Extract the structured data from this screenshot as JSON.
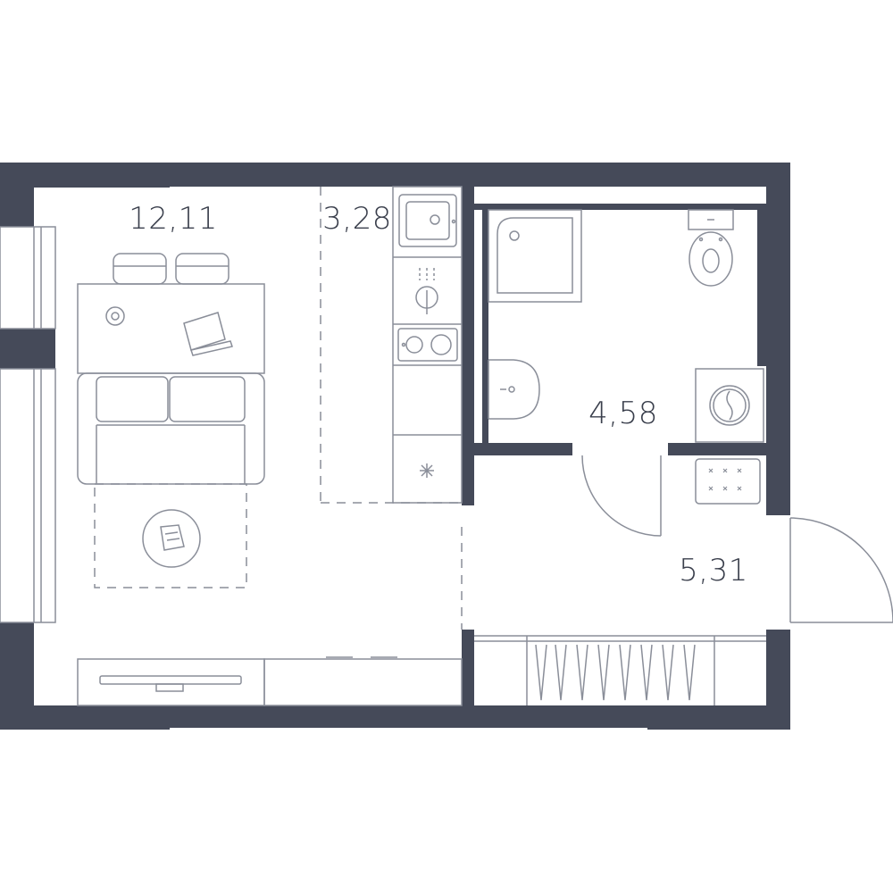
{
  "colors": {
    "wall": "#454a59",
    "line": "#8a8e99",
    "background": "#ffffff"
  },
  "rooms": [
    {
      "id": "living-room",
      "area": "12,11"
    },
    {
      "id": "kitchen",
      "area": "3,28"
    },
    {
      "id": "bathroom",
      "area": "4,58"
    },
    {
      "id": "hallway",
      "area": "5,31"
    }
  ],
  "icons": [
    "dining-table-icon",
    "chair-icon",
    "laptop-icon",
    "sofa-icon",
    "rug-icon",
    "tv-icon",
    "sink-icon",
    "faucet-icon",
    "stove-icon",
    "fridge-icon",
    "shower-icon",
    "toilet-icon",
    "washbasin-icon",
    "washing-machine-icon",
    "wardrobe-icon",
    "door-icon"
  ]
}
